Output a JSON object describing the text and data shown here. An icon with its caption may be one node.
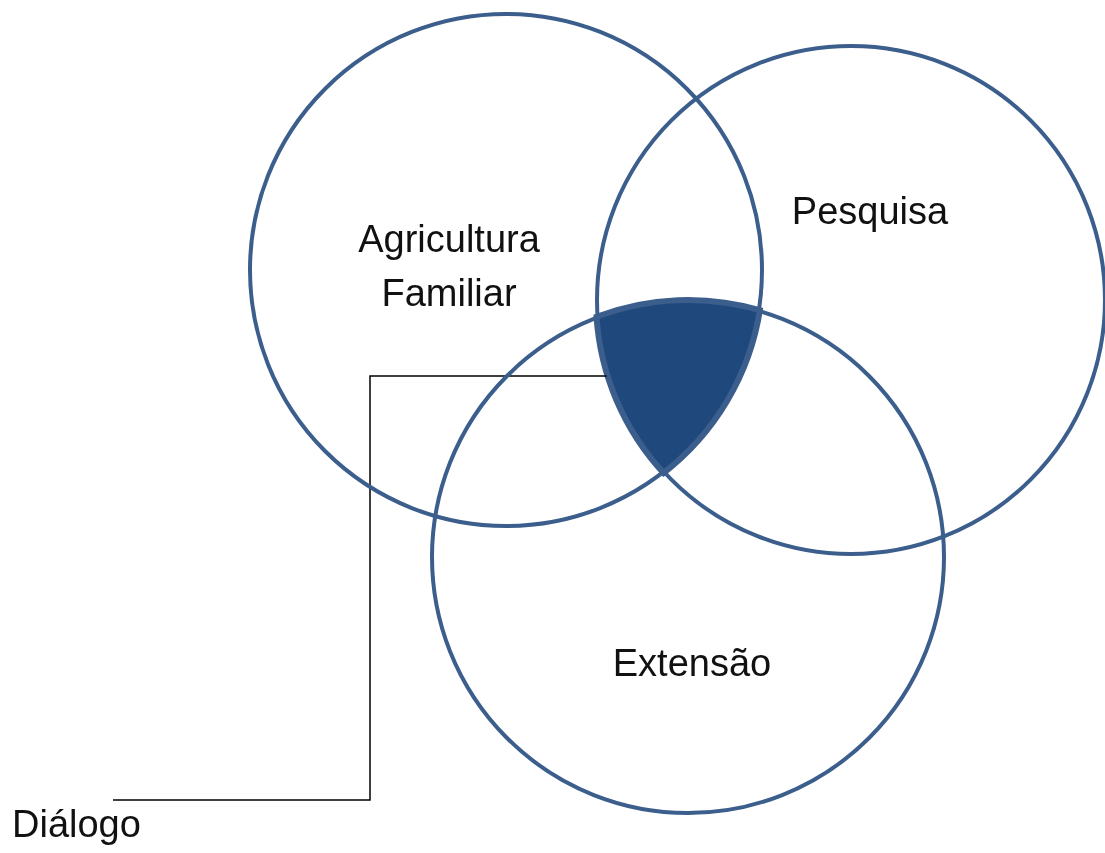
{
  "diagram": {
    "nodes": [
      {
        "text": [
          "Agricultura Familiar"
        ]
      },
      {
        "text": [
          "Pesquisa"
        ]
      },
      {
        "text": [
          "Extensão"
        ]
      },
      {
        "text": [
          "Diálogo"
        ]
      },
      {
        "text": [],
        "shape": "region"
      }
    ],
    "edges": [
      {
        "from": 3,
        "to": 4,
        "arrow": "none"
      }
    ]
  }
}
